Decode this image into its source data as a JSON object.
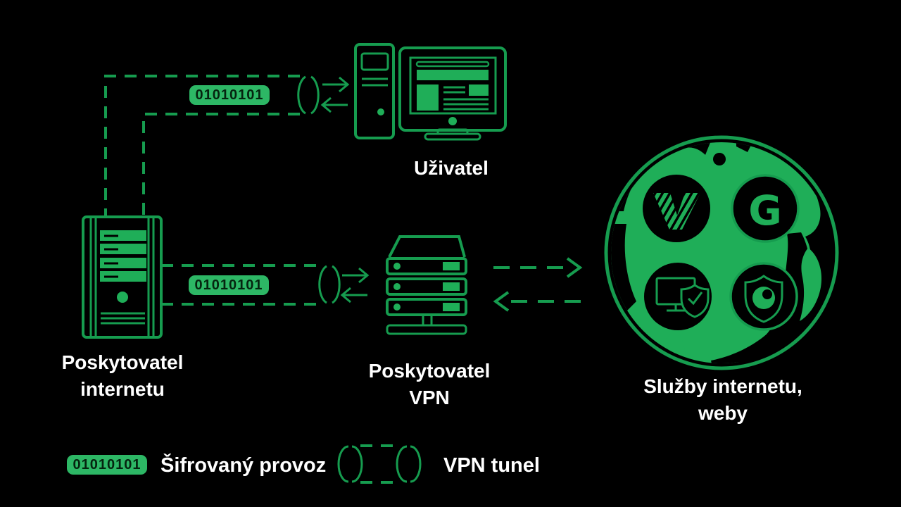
{
  "colors": {
    "background": "#000000",
    "green_stroke": "#169c4f",
    "green_fill": "#1fae58",
    "badge_fill": "#2db765",
    "badge_text": "#05240f",
    "label_text": "#ffffff"
  },
  "badge_code": "01010101",
  "nodes": {
    "user": {
      "label": "Uživatel",
      "icon": "desktop-computer-icon"
    },
    "internet_provider": {
      "label_line1": "Poskytovatel",
      "label_line2": "internetu",
      "icon": "server-tower-icon"
    },
    "vpn_provider": {
      "label_line1": "Poskytovatel",
      "label_line2": "VPN",
      "icon": "server-rack-icon"
    },
    "internet_services": {
      "label_line1": "Služby internetu,",
      "label_line2": "weby",
      "icon": "globe-icon",
      "service_icons": [
        "v-logo-icon",
        "g-logo-icon",
        "monitor-shield-icon",
        "shield-eye-icon"
      ],
      "g_glyph": "G"
    }
  },
  "legend": {
    "encrypted_traffic_label": "Šifrovaný provoz",
    "vpn_tunnel_label": "VPN tunel"
  }
}
